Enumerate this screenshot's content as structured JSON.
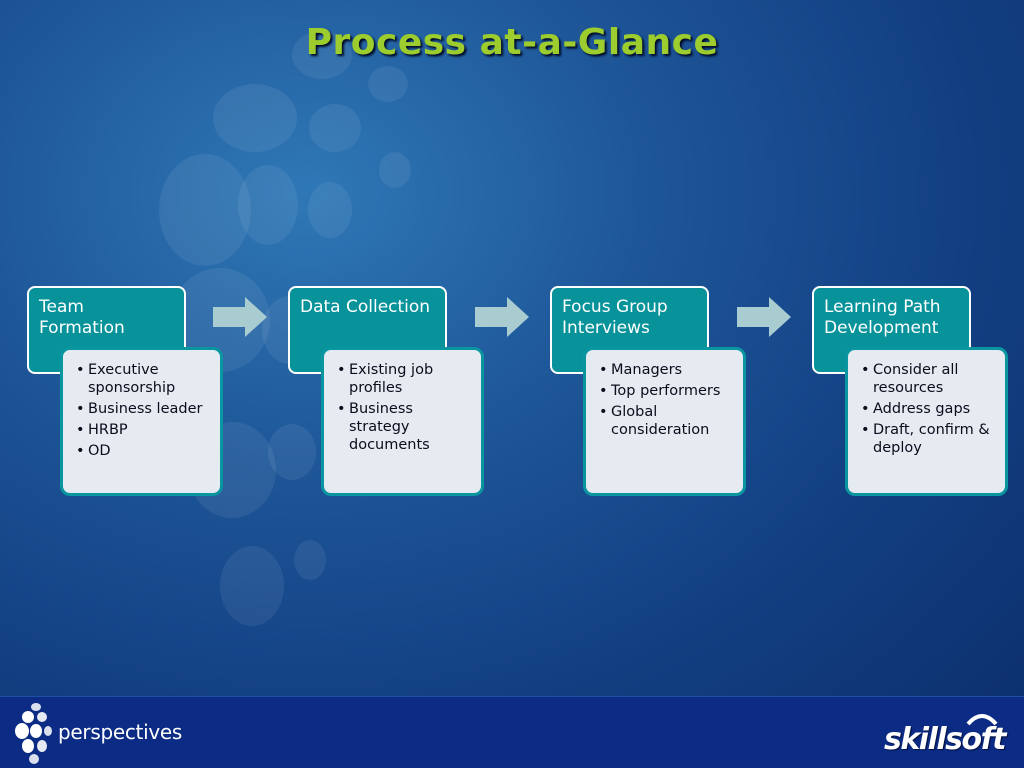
{
  "slide": {
    "title": "Process at-a-Glance",
    "colors": {
      "title": "#9ccc2e",
      "step_header": "#08939b",
      "detail_box": "#e6ebf2",
      "arrow": "#a9ccd0",
      "background": "#1d5597",
      "footer": "#0b2b85"
    }
  },
  "steps": [
    {
      "header": "Team Formation",
      "bullets": [
        "Executive sponsorship",
        "Business leader",
        "HRBP",
        "OD"
      ]
    },
    {
      "header": "Data Collection",
      "bullets": [
        "Existing job profiles",
        "Business strategy documents"
      ]
    },
    {
      "header": "Focus Group Interviews",
      "bullets": [
        "Managers",
        "Top performers",
        "Global consideration"
      ]
    },
    {
      "header": "Learning Path Development",
      "bullets": [
        "Consider all resources",
        "Address gaps",
        "Draft, confirm & deploy"
      ]
    }
  ],
  "footer": {
    "left_logo_text": "perspectives",
    "right_logo_text": "skillsoft",
    "left_logo_icon": "perspectives-logo-icon",
    "right_logo_icon": "skillsoft-logo-icon"
  }
}
